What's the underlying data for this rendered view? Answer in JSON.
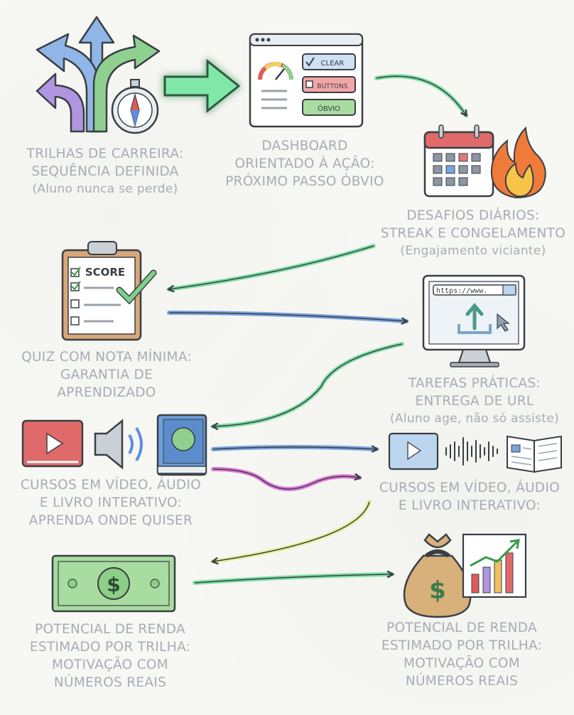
{
  "nodes": {
    "trilhas": {
      "lines": [
        "TRILHAS DE CARREIRA:",
        "SEQUÊNCIA DEFINIDA"
      ],
      "sub": "(Aluno nunca se perde)"
    },
    "dashboard": {
      "lines": [
        "DASHBOARD",
        "ORIENTADO À AÇÃO:",
        "PRÓXIMO PASSO ÓBVIO"
      ],
      "buttons": [
        "CLEAR",
        "BUTTONS",
        "ÓBVIO"
      ]
    },
    "desafios": {
      "lines": [
        "DESAFIOS DIÁRIOS:",
        "STREAK E CONGELAMENTO"
      ],
      "sub": "(Engajamento viciante)"
    },
    "quiz": {
      "lines": [
        "QUIZ COM NOTA MÍNIMA:",
        "GARANTIA DE",
        "APRENDIZADO"
      ],
      "clipboard": "SCORE"
    },
    "tarefas": {
      "lines": [
        "TAREFAS PRÁTICAS:",
        "ENTREGA DE URL"
      ],
      "sub": "(Aluno age, não só assiste)",
      "url": "https://www."
    },
    "cursos_left": {
      "lines": [
        "CURSOS EM VÍDEO, ÁUDIO",
        "E LIVRO INTERATIVO:",
        "APRENDA ONDE QUISER"
      ]
    },
    "cursos_right": {
      "lines": [
        "CURSOS EM VÍDEO, ÁUDIO",
        "E LIVRO INTERATIVO:"
      ]
    },
    "renda_left": {
      "lines": [
        "POTENCIAL DE RENDA",
        "ESTIMADO POR TRILHA:",
        "MOTIVAÇÃO COM",
        "NÚMEROS REAIS"
      ]
    },
    "renda_right": {
      "lines": [
        "POTENCIAL DE RENDA",
        "ESTIMADO POR TRILHA:",
        "MOTIVAÇÃO COM",
        "NÚMEROS REAIS"
      ]
    }
  },
  "colors": {
    "caption": "#a6adb3",
    "arrow_green": "#7fe0a6",
    "arrow_blue": "#7aa4e0",
    "arrow_pink": "#e07ad8",
    "arrow_yellow": "#e6ef9a"
  }
}
